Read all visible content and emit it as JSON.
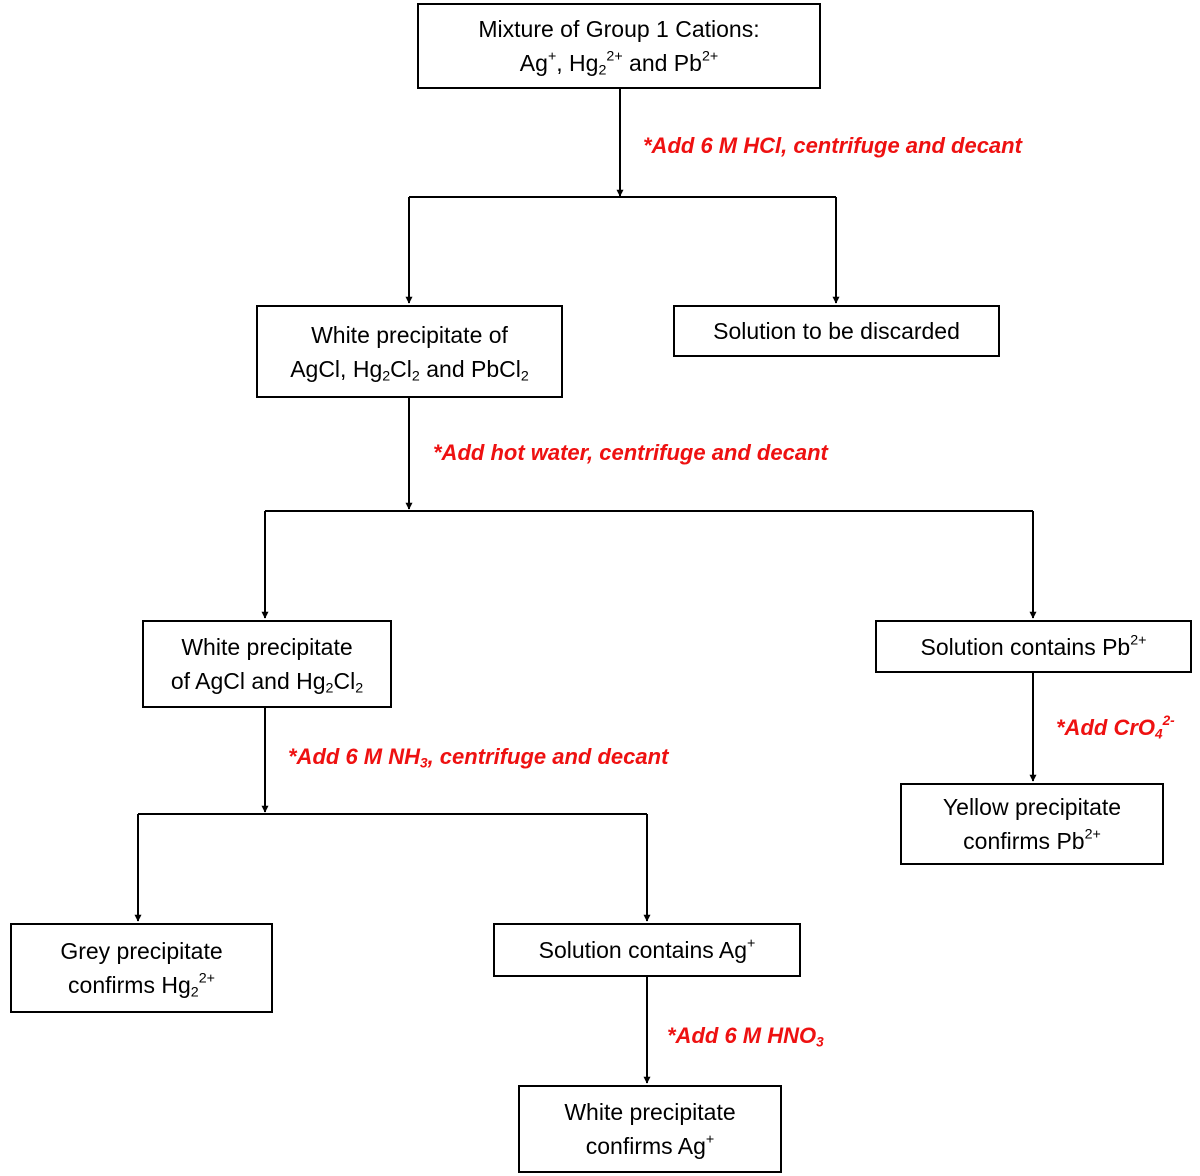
{
  "colors": {
    "step_text": "#ee1111",
    "line": "#000000",
    "box_border": "#000000"
  },
  "boxes": {
    "mixture": {
      "line1": "Mixture of Group 1 Cations:",
      "ion_ag": "Ag",
      "ag_charge": "+",
      "sep": ", ",
      "ion_hg": "Hg",
      "hg_sub": "2",
      "hg_charge": "2+",
      "and": " and ",
      "ion_pb": "Pb",
      "pb_charge": "2+"
    },
    "white_all": {
      "line1": "White precipitate of",
      "agcl": "AgCl, ",
      "hg": "Hg",
      "hg_sub": "2",
      "cl": "Cl",
      "cl_sub": "2",
      "and": " and PbCl",
      "pbcl_sub": "2"
    },
    "discard": {
      "text": "Solution to be discarded"
    },
    "white_ag_hg": {
      "line1": "White precipitate",
      "of": "of AgCl and Hg",
      "hg_sub": "2",
      "cl": "Cl",
      "cl_sub": "2"
    },
    "pb_solution": {
      "text": "Solution contains Pb",
      "charge": "2+"
    },
    "yellow": {
      "line1": "Yellow precipitate",
      "line2": "confirms Pb",
      "charge": "2+"
    },
    "grey": {
      "line1": "Grey precipitate",
      "line2": "confirms Hg",
      "sub": "2",
      "charge": "2+"
    },
    "ag_solution": {
      "text": "Solution contains Ag",
      "charge": "+"
    },
    "white_ag": {
      "line1": "White precipitate",
      "line2": "confirms Ag",
      "charge": "+"
    }
  },
  "steps": {
    "hcl": {
      "text": "*Add 6 M HCl, centrifuge and decant"
    },
    "hot_water": {
      "text": "*Add hot water, centrifuge and decant"
    },
    "nh3": {
      "pre": "*Add 6 M NH",
      "sub": "3",
      "post": ", centrifuge and decant"
    },
    "cro4": {
      "pre": "*Add CrO",
      "sub": "4",
      "charge": "2-"
    },
    "hno3": {
      "pre": "*Add 6 M HNO",
      "sub": "3"
    }
  }
}
